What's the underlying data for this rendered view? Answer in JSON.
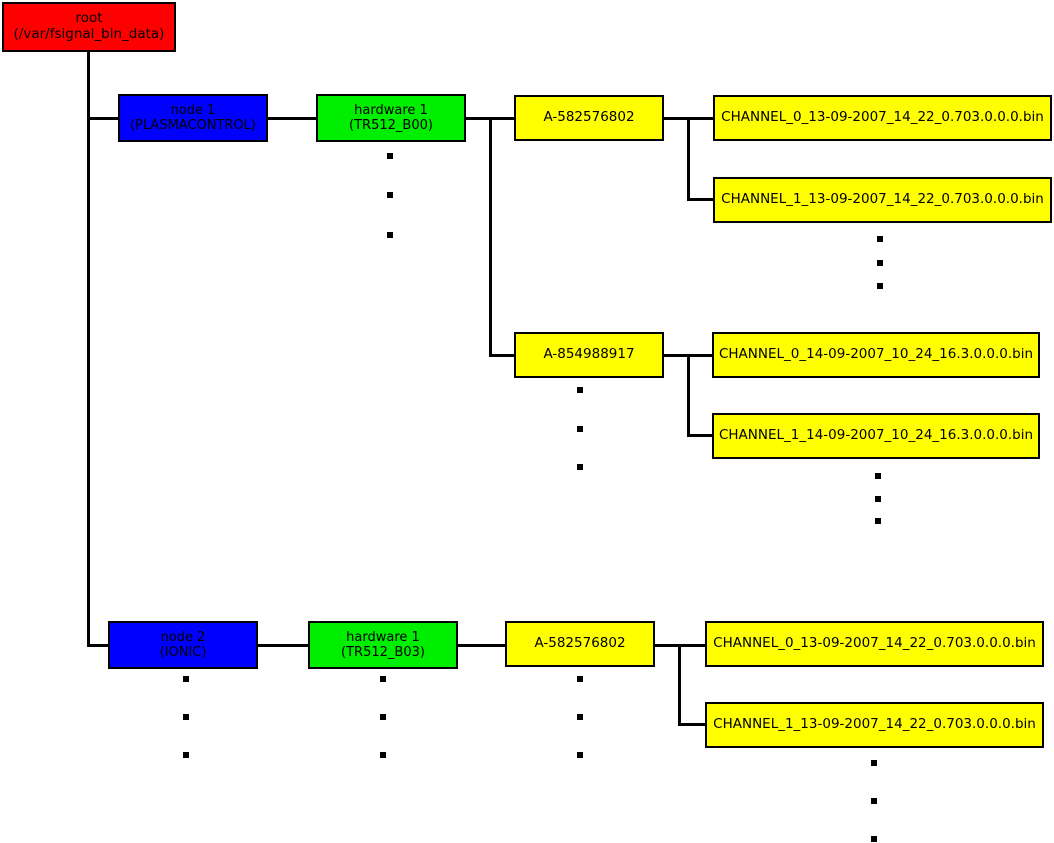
{
  "diagram": {
    "title": "signal binary data directory tree",
    "colors": {
      "root": "#ff0000",
      "node": "#0000ff",
      "hardware": "#00ee00",
      "acquisition": "#ffff00",
      "channel": "#ffff00",
      "edge": "#000000",
      "background": "#ffffff"
    },
    "root": {
      "line1": "root",
      "line2": "(/var/fsignal_bin_data)"
    },
    "nodes": [
      {
        "line1": "node 1",
        "line2": "(PLASMACONTROL)"
      },
      {
        "line1": "node 2",
        "line2": "(IONIC)"
      }
    ],
    "hardware": [
      {
        "line1": "hardware 1",
        "line2": "(TR512_B00)"
      },
      {
        "line1": "hardware 1",
        "line2": "(TR512_B03)"
      }
    ],
    "acquisitions": [
      {
        "label": "A-582576802"
      },
      {
        "label": "A-854988917"
      },
      {
        "label": "A-582576802"
      }
    ],
    "channels": [
      {
        "label": "CHANNEL_0_13-09-2007_14_22_0.703.0.0.0.bin"
      },
      {
        "label": "CHANNEL_1_13-09-2007_14_22_0.703.0.0.0.bin"
      },
      {
        "label": "CHANNEL_0_14-09-2007_10_24_16.3.0.0.0.bin"
      },
      {
        "label": "CHANNEL_1_14-09-2007_10_24_16.3.0.0.0.bin"
      },
      {
        "label": "CHANNEL_0_13-09-2007_14_22_0.703.0.0.0.bin"
      },
      {
        "label": "CHANNEL_1_13-09-2007_14_22_0.703.0.0.0.bin"
      }
    ],
    "ellipsis_marker": "▪"
  }
}
